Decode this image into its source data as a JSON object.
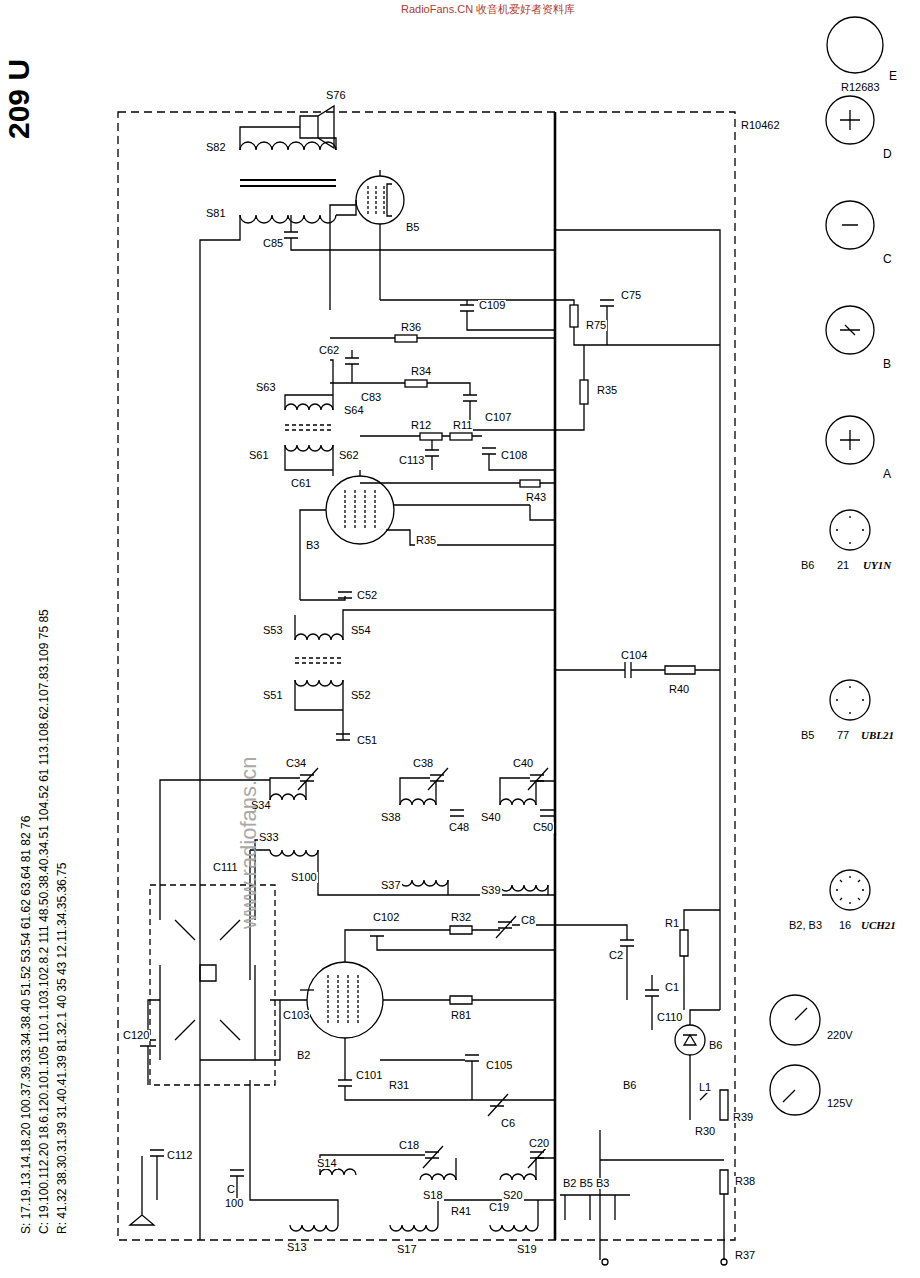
{
  "diagram": {
    "title": "209 U",
    "labels": [
      "S: 17.19.13.14.18.20  100.37.39.33.34.38.40  51.52  53.54  61.62  63.64  81  82  76",
      "C: 19.100.112.20  18.6.120.101.105  110.1.103.102.8.2  111  48.50.38.40.34.51  104.52  61  113.108.62.107.83.109  75  85",
      "R: 41.32  38.30.31.39  31.40.41.39  81.32.1  40  35  43  12.11.34.35.36.75",
      "S76",
      "S82",
      "S81",
      "C85",
      "B5",
      "C109",
      "C75",
      "R75",
      "R36",
      "R34",
      "C83",
      "C62",
      "C107",
      "R35",
      "S63",
      "S64",
      "R12",
      "R11",
      "C108",
      "C113",
      "S61",
      "S62",
      "C61",
      "R43",
      "B3",
      "R35",
      "C52",
      "S53",
      "S54",
      "S51",
      "S52",
      "C51",
      "C104",
      "R40",
      "C34",
      "C38",
      "C40",
      "S34",
      "S38",
      "S40",
      "C48",
      "C50",
      "S33",
      "C111",
      "S100",
      "S37",
      "S39",
      "C102",
      "R32",
      "C8",
      "C2",
      "R1",
      "C103",
      "R81",
      "B2",
      "C101",
      "R31",
      "C105",
      "C6",
      "C18",
      "C20",
      "S14",
      "S18",
      "S20",
      "S13",
      "S17",
      "R41",
      "S19",
      "C19",
      "C",
      "100",
      "C112",
      "C120",
      "C110",
      "B6",
      "L1",
      "R30",
      "R39",
      "B6",
      "R38",
      "R37",
      "B2 B5 B3",
      "C1",
      "220V",
      "125V",
      "B2, B3",
      "16",
      "UCH21",
      "B5",
      "77",
      "UBL21",
      "B6",
      "21",
      "UY1N",
      "A",
      "B",
      "C",
      "D",
      "E",
      "R12683",
      "R10462",
      "RadioFans.CN 收音机爱好者资料库",
      "www.radiofans.cn"
    ]
  }
}
